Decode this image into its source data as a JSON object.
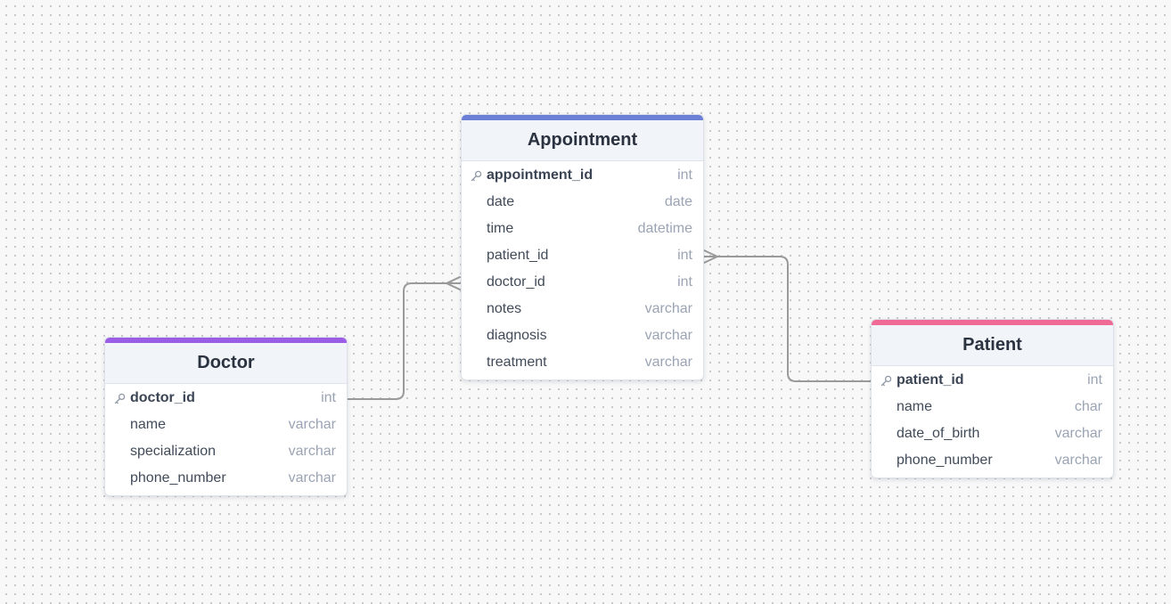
{
  "colors": {
    "background": "#f8f8f8",
    "connector": "#9a9a9a",
    "doctor_accent": "#9b5de5",
    "appointment_accent": "#6b7fd6",
    "patient_accent": "#ef6b95"
  },
  "tables": {
    "appointment": {
      "title": "Appointment",
      "fields": [
        {
          "name": "appointment_id",
          "type": "int",
          "pk": true
        },
        {
          "name": "date",
          "type": "date"
        },
        {
          "name": "time",
          "type": "datetime"
        },
        {
          "name": "patient_id",
          "type": "int"
        },
        {
          "name": "doctor_id",
          "type": "int"
        },
        {
          "name": "notes",
          "type": "varchar"
        },
        {
          "name": "diagnosis",
          "type": "varchar"
        },
        {
          "name": "treatment",
          "type": "varchar"
        }
      ]
    },
    "doctor": {
      "title": "Doctor",
      "fields": [
        {
          "name": "doctor_id",
          "type": "int",
          "pk": true
        },
        {
          "name": "name",
          "type": "varchar"
        },
        {
          "name": "specialization",
          "type": "varchar"
        },
        {
          "name": "phone_number",
          "type": "varchar"
        }
      ]
    },
    "patient": {
      "title": "Patient",
      "fields": [
        {
          "name": "patient_id",
          "type": "int",
          "pk": true
        },
        {
          "name": "name",
          "type": "char"
        },
        {
          "name": "date_of_birth",
          "type": "varchar"
        },
        {
          "name": "phone_number",
          "type": "varchar"
        }
      ]
    }
  },
  "relationships": [
    {
      "from": "doctor.doctor_id",
      "to": "appointment.doctor_id",
      "cardinality": "one-to-many"
    },
    {
      "from": "patient.patient_id",
      "to": "appointment.patient_id",
      "cardinality": "one-to-many"
    }
  ],
  "icons": {
    "primary_key": "key-icon"
  }
}
